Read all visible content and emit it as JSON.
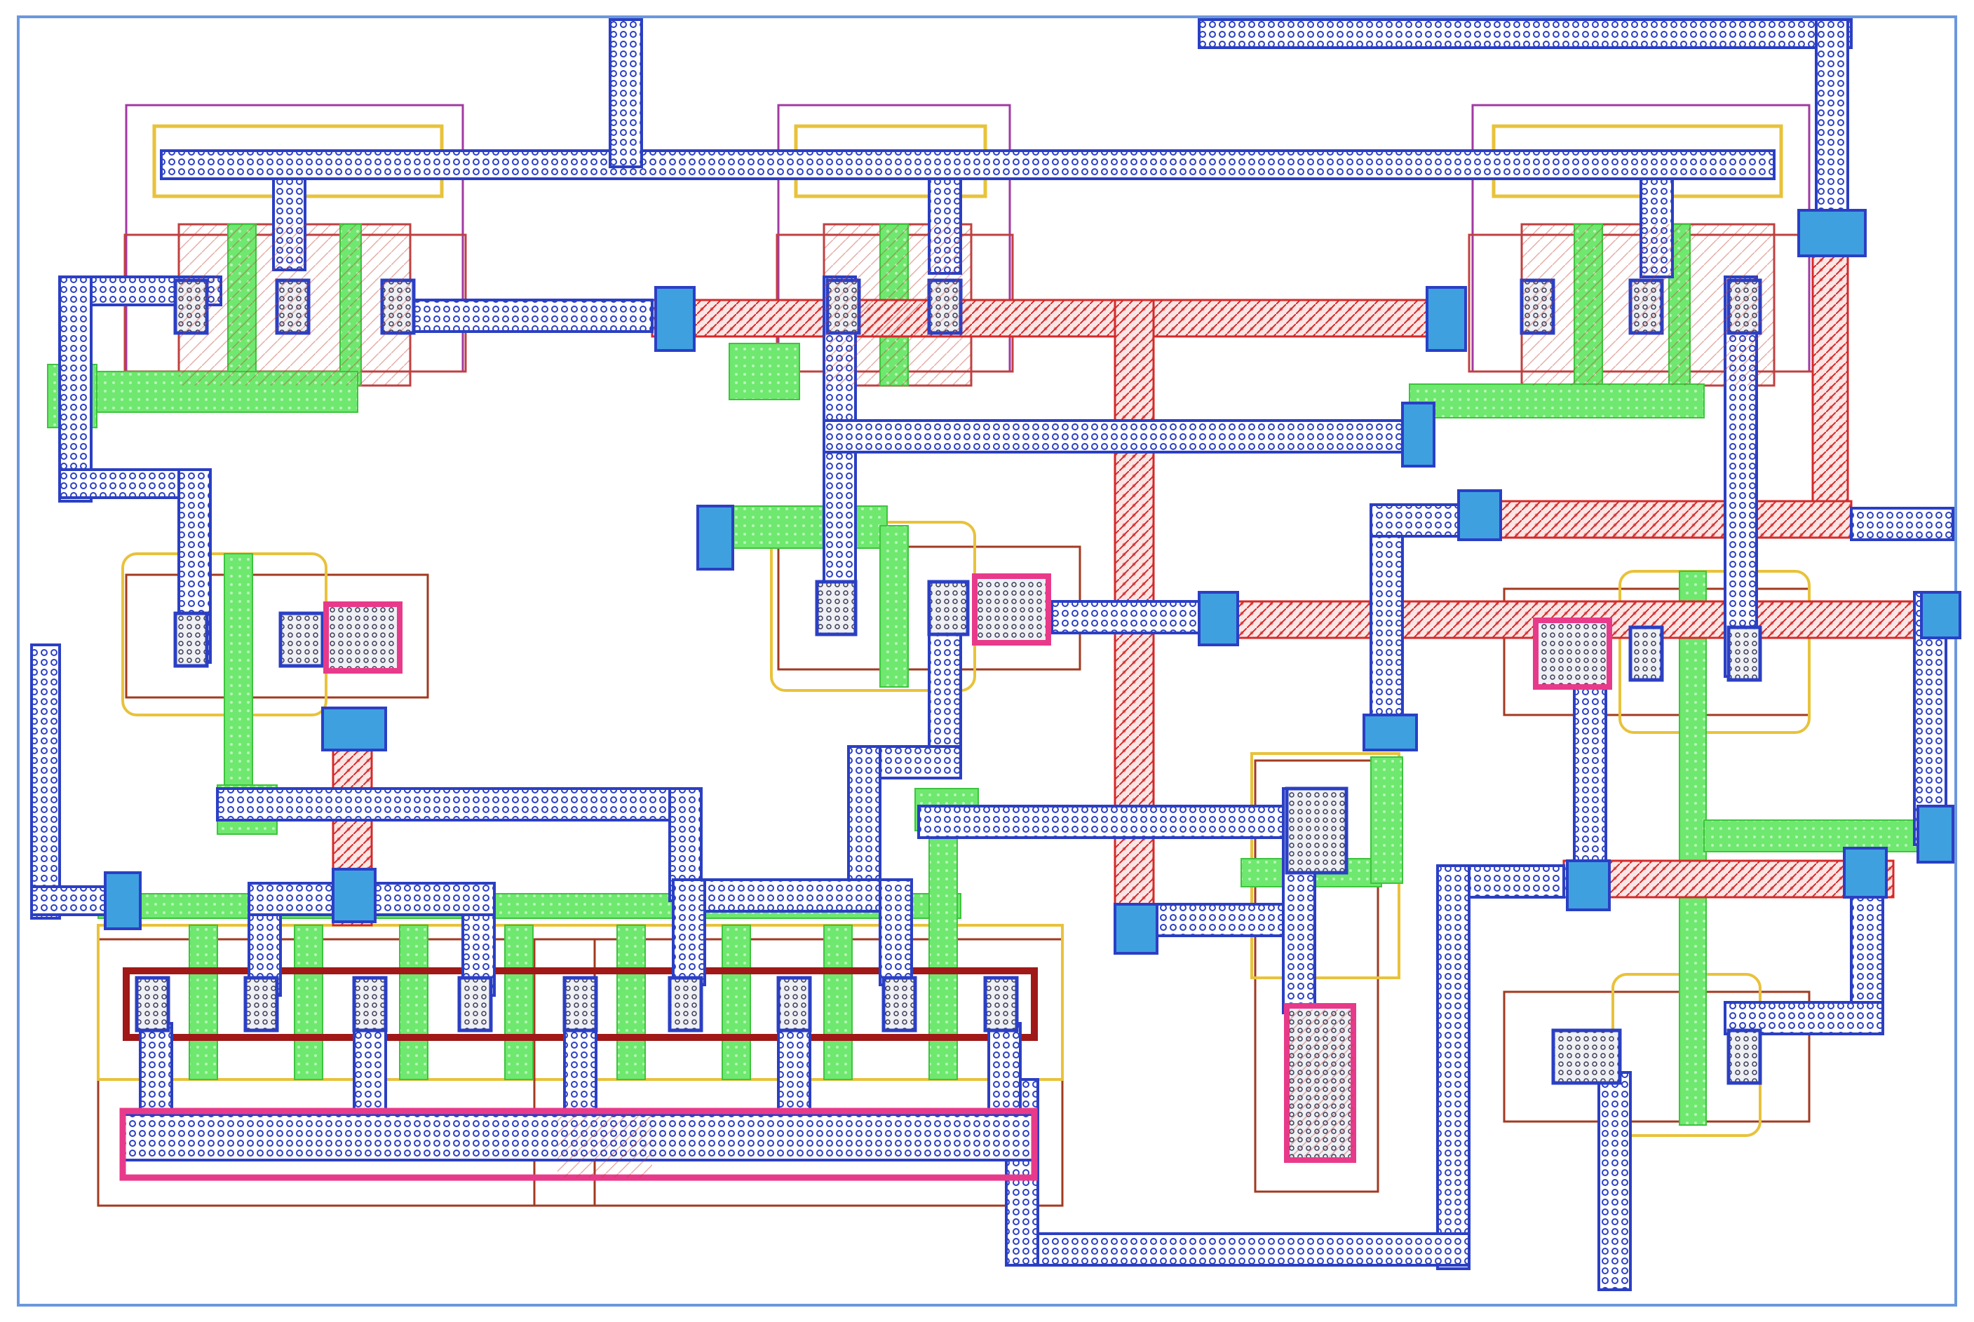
{
  "palette": {
    "metal1": "#2b3fc4",
    "metal1_fill": "#ffffff",
    "metal1_dot": "#2b3fc4",
    "poly": "#d42a2a",
    "poly_fill": "#fbe3e3",
    "diffusion": "#4ee04e",
    "ndiff_well": "#e8c23a",
    "well_outline": "#b13f7a",
    "pwell_outline": "#a23a20",
    "contact_pad": "#e83a8a",
    "via": "#3fa0e0",
    "frame": "#6b98dd"
  },
  "layers": [
    "metal1",
    "poly",
    "diffusion",
    "nwell",
    "pwell",
    "contact",
    "via"
  ],
  "icons": [
    "transistor-cell-icon",
    "via-icon",
    "contact-pad-icon"
  ]
}
